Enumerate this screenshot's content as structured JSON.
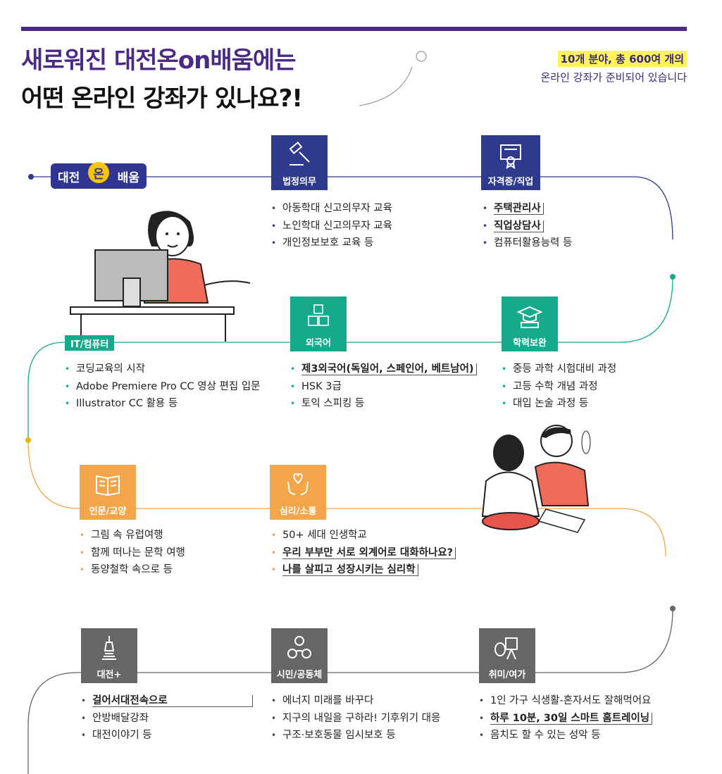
{
  "header": {
    "title_line1": "새로워진 대전온on배움에는",
    "title_line2": "어떤 온라인 강좌가 있나요?!",
    "subtitle_highlight": "10개 분야, 총 600여 개의",
    "subtitle_line2": "온라인 강좌가 준비되어 있습니다"
  },
  "logo": {
    "left": "대전",
    "mid": "온",
    "right": "배움"
  },
  "categories": [
    {
      "label": "법정의무",
      "items": [
        "아동학대 신고의무자 교육",
        "노인학대 신고의무자 교육",
        "개인정보보호 교육 등"
      ]
    },
    {
      "label": "자격증/직업",
      "items": [
        "주택관리사",
        "직업상담사",
        "컴퓨터활용능력 등"
      ]
    },
    {
      "label": "IT/컴퓨터",
      "items": [
        "코딩교육의 시작",
        "Adobe Premiere Pro CC 영상 편집 입문",
        "Illustrator CC 활용 등"
      ]
    },
    {
      "label": "외국어",
      "items": [
        "제3외국어(독일어, 스페인어, 베트남어)",
        "HSK 3급",
        "토익 스피킹 등"
      ]
    },
    {
      "label": "학력보완",
      "items": [
        "중등 과학 시험대비 과정",
        "고등 수학 개념 과정",
        "대입 논술 과정 등"
      ]
    },
    {
      "label": "인문/교양",
      "items": [
        "그림 속 유럽여행",
        "함께 떠나는 문학 여행",
        "동양철학 속으로 등"
      ]
    },
    {
      "label": "심리/소통",
      "items": [
        "50+ 세대 인생학교",
        "우리 부부만 서로 외계어로 대화하나요?",
        "나를 살피고 성장시키는 심리학"
      ]
    },
    {
      "label": "대전+",
      "items": [
        "걸어서대전속으로",
        "안방배달강좌",
        "대전이야기 등"
      ]
    },
    {
      "label": "시민/공동체",
      "items": [
        "에너지 미래를 바꾸다",
        "지구의 내일을 구하라! 기후위기 대응",
        "구조·보호동물 임시보호 등"
      ]
    },
    {
      "label": "취미/여가",
      "items": [
        "1인 가구 식생활-혼자서도 잘해먹어요",
        "하루 10분, 30일 스마트 홈트레이닝",
        "음치도 할 수 있는 성악 등"
      ]
    }
  ],
  "colors": {
    "purple": "#4b2a86",
    "navy": "#2e3a8c",
    "teal": "#17a98c",
    "orange": "#f4a54a",
    "gray": "#666666",
    "yellow": "#fff35a"
  }
}
